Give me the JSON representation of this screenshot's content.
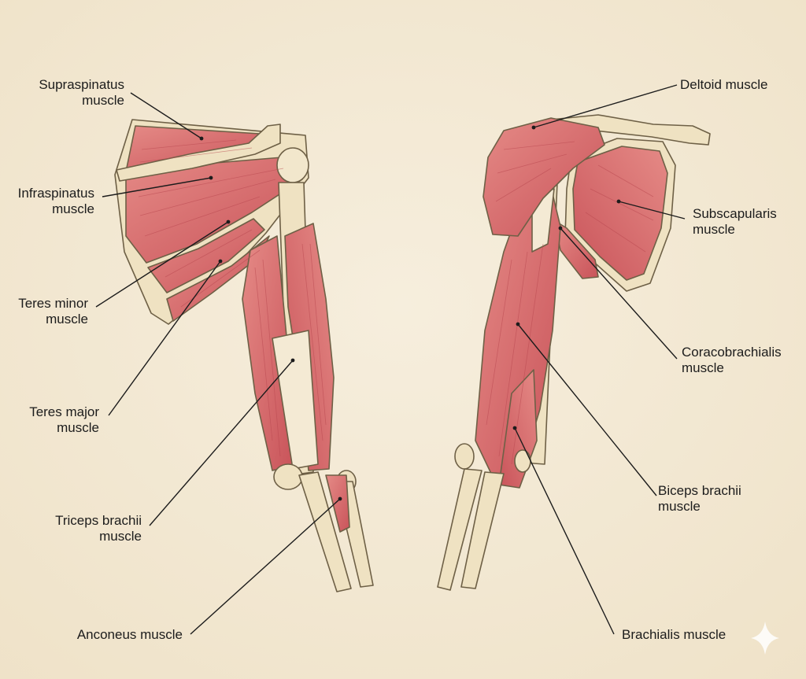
{
  "labels": {
    "supraspinatus": [
      "Supraspinatus",
      "muscle"
    ],
    "infraspinatus": [
      "Infraspinatus",
      "muscle"
    ],
    "teres_minor": [
      "Teres minor",
      "muscle"
    ],
    "teres_major": [
      "Teres major",
      "muscle"
    ],
    "triceps": [
      "Triceps brachii",
      "muscle"
    ],
    "anconeus": [
      "Anconeus muscle"
    ],
    "deltoid": [
      "Deltoid muscle"
    ],
    "subscapularis": [
      "Subscapularis",
      "muscle"
    ],
    "coracobrachialis": [
      "Coracobrachialis",
      "muscle"
    ],
    "biceps": [
      "Biceps brachii",
      "muscle"
    ],
    "brachialis": [
      "Brachialis muscle"
    ]
  },
  "colors": {
    "paper": "#f3e9d6",
    "muscle": "#d9696a",
    "muscle_light": "#eaa29e",
    "bone": "#efe2c2",
    "bone_outline": "#6e6046",
    "leader": "#1c1c1c"
  }
}
